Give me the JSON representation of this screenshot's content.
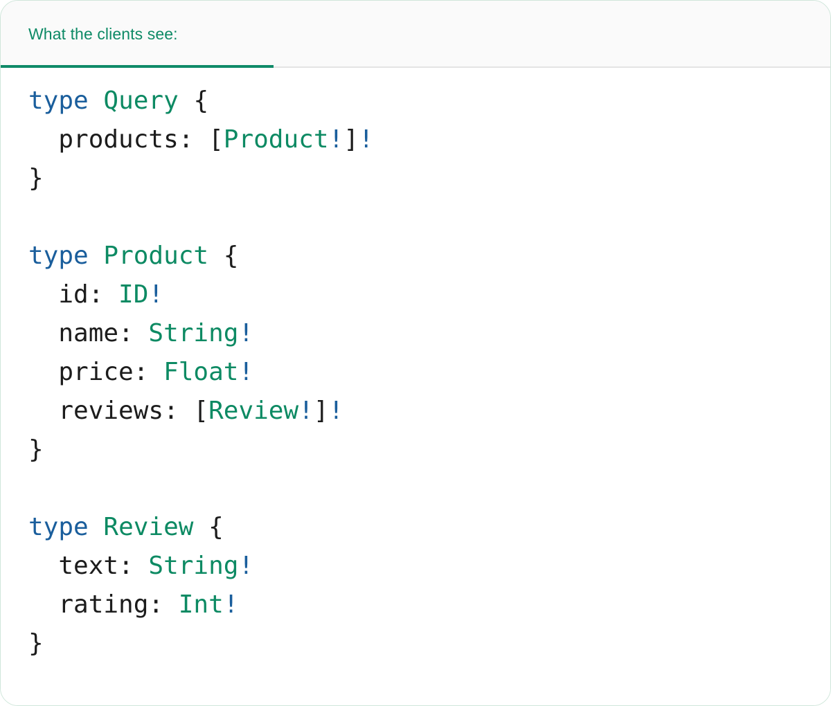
{
  "card": {
    "border_color": "#cfe6da",
    "background": "#ffffff"
  },
  "tabs": {
    "active_index": 0,
    "strip_background": "#fafafa",
    "divider_color": "#e4e4e4",
    "accent_color": "#0f8a68",
    "items": [
      {
        "label": "What the clients see:",
        "active": true
      }
    ]
  },
  "code": {
    "language": "graphql",
    "colors": {
      "keyword": "#1a5e9c",
      "type_name": "#0d8a63",
      "non_null_bang": "#1a5e9c",
      "punctuation": "#1c1c1c",
      "field_name": "#1c1c1c"
    },
    "text": "type Query {\n  products: [Product!]!\n}\n\ntype Product {\n  id: ID!\n  name: String!\n  price: Float!\n  reviews: [Review!]!\n}\n\ntype Review {\n  text: String!\n  rating: Int!\n}",
    "lines": [
      {
        "tokens": [
          {
            "t": "type",
            "k": "kw"
          },
          {
            "t": " ",
            "k": "punct"
          },
          {
            "t": "Query",
            "k": "type"
          },
          {
            "t": " {",
            "k": "punct"
          }
        ]
      },
      {
        "tokens": [
          {
            "t": "  products: ",
            "k": "field"
          },
          {
            "t": "[",
            "k": "punct"
          },
          {
            "t": "Product",
            "k": "type"
          },
          {
            "t": "!",
            "k": "bang"
          },
          {
            "t": "]",
            "k": "punct"
          },
          {
            "t": "!",
            "k": "bang"
          }
        ]
      },
      {
        "tokens": [
          {
            "t": "}",
            "k": "punct"
          }
        ]
      },
      {
        "tokens": []
      },
      {
        "tokens": [
          {
            "t": "type",
            "k": "kw"
          },
          {
            "t": " ",
            "k": "punct"
          },
          {
            "t": "Product",
            "k": "type"
          },
          {
            "t": " {",
            "k": "punct"
          }
        ]
      },
      {
        "tokens": [
          {
            "t": "  id: ",
            "k": "field"
          },
          {
            "t": "ID",
            "k": "type"
          },
          {
            "t": "!",
            "k": "bang"
          }
        ]
      },
      {
        "tokens": [
          {
            "t": "  name: ",
            "k": "field"
          },
          {
            "t": "String",
            "k": "type"
          },
          {
            "t": "!",
            "k": "bang"
          }
        ]
      },
      {
        "tokens": [
          {
            "t": "  price: ",
            "k": "field"
          },
          {
            "t": "Float",
            "k": "type"
          },
          {
            "t": "!",
            "k": "bang"
          }
        ]
      },
      {
        "tokens": [
          {
            "t": "  reviews: ",
            "k": "field"
          },
          {
            "t": "[",
            "k": "punct"
          },
          {
            "t": "Review",
            "k": "type"
          },
          {
            "t": "!",
            "k": "bang"
          },
          {
            "t": "]",
            "k": "punct"
          },
          {
            "t": "!",
            "k": "bang"
          }
        ]
      },
      {
        "tokens": [
          {
            "t": "}",
            "k": "punct"
          }
        ]
      },
      {
        "tokens": []
      },
      {
        "tokens": [
          {
            "t": "type",
            "k": "kw"
          },
          {
            "t": " ",
            "k": "punct"
          },
          {
            "t": "Review",
            "k": "type"
          },
          {
            "t": " {",
            "k": "punct"
          }
        ]
      },
      {
        "tokens": [
          {
            "t": "  text: ",
            "k": "field"
          },
          {
            "t": "String",
            "k": "type"
          },
          {
            "t": "!",
            "k": "bang"
          }
        ]
      },
      {
        "tokens": [
          {
            "t": "  rating: ",
            "k": "field"
          },
          {
            "t": "Int",
            "k": "type"
          },
          {
            "t": "!",
            "k": "bang"
          }
        ]
      },
      {
        "tokens": [
          {
            "t": "}",
            "k": "punct"
          }
        ]
      }
    ]
  }
}
